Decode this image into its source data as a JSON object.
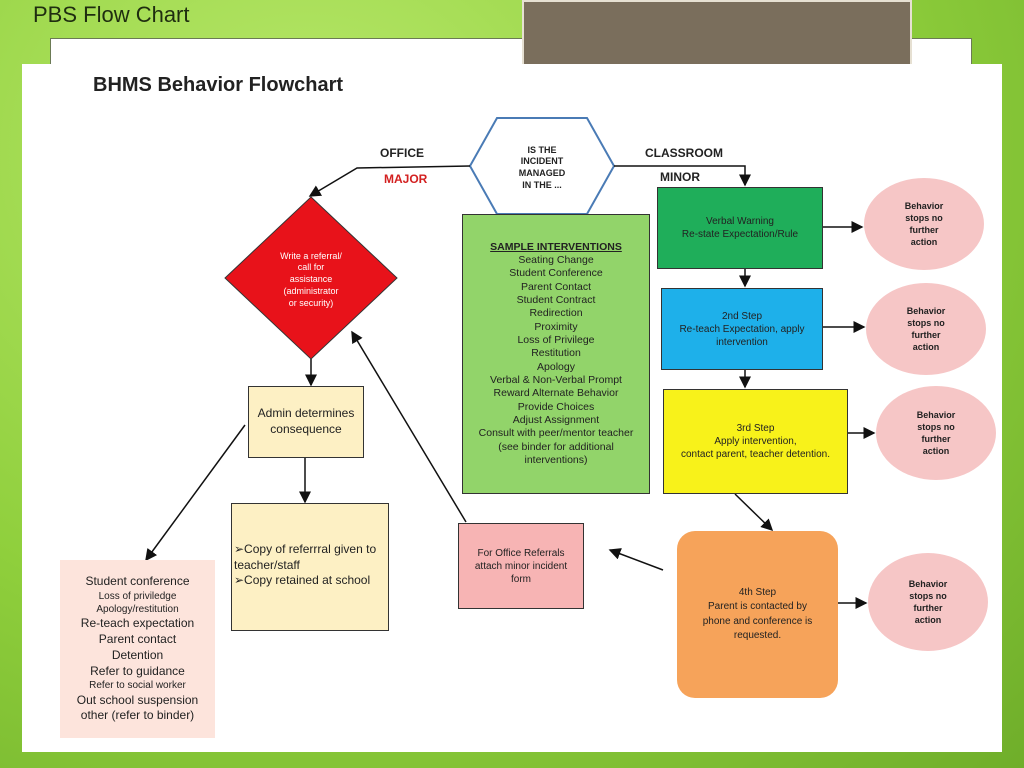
{
  "slide": {
    "title": "PBS Flow Chart"
  },
  "chart": {
    "title": "BHMS Behavior Flowchart"
  },
  "labels": {
    "office": "OFFICE",
    "major": "MAJOR",
    "classroom": "CLASSROOM",
    "minor": "MINOR"
  },
  "hexagon": {
    "lines": [
      "IS THE",
      "INCIDENT",
      "MANAGED",
      "IN THE ..."
    ]
  },
  "diamond": {
    "lines": [
      "Write a referral/",
      "call for",
      "assistance",
      "(administrator",
      "or security)"
    ]
  },
  "admin_box": {
    "lines": [
      "Admin determines",
      "consequence"
    ]
  },
  "copy_box": {
    "lines": [
      "➢Copy of referrral given to teacher/staff",
      "➢Copy retained at school"
    ]
  },
  "consequences": {
    "items": [
      "Student conference",
      "Loss of priviledge",
      "Apology/restitution",
      "Re-teach expectation",
      "Parent contact",
      "Detention",
      "Refer to guidance",
      "Refer to social worker",
      "Out school suspension",
      "other (refer to binder)"
    ]
  },
  "interventions": {
    "heading": "SAMPLE INTERVENTIONS",
    "items": [
      "Seating Change",
      "Student Conference",
      "Parent Contact",
      "Student Contract",
      "Redirection",
      "Proximity",
      "Loss of Privilege",
      "Restitution",
      "Apology",
      "Verbal & Non-Verbal Prompt",
      "Reward Alternate Behavior",
      "Provide Choices",
      "Adjust Assignment",
      "Consult with peer/mentor teacher",
      "(see binder for additional",
      "interventions)"
    ]
  },
  "office_referral_box": {
    "lines": [
      "For Office Referrals",
      "attach minor incident",
      "form"
    ]
  },
  "steps": [
    {
      "lines": [
        "Verbal Warning",
        "Re-state Expectation/Rule"
      ],
      "color": "#1fae5a"
    },
    {
      "lines": [
        "2nd Step",
        "Re-teach Expectation, apply",
        "intervention"
      ],
      "color": "#1eb0ea"
    },
    {
      "lines": [
        "3rd Step",
        "Apply intervention,",
        "contact parent, teacher detention."
      ],
      "color": "#f8f21a"
    },
    {
      "lines": [
        "4th Step",
        "Parent is contacted by",
        "phone and conference is",
        "requested."
      ],
      "color": "#f6a35a"
    }
  ],
  "outcomes": [
    {
      "lines": [
        "Behavior",
        "stops no",
        "further",
        "action"
      ]
    },
    {
      "lines": [
        "Behavior",
        "stops no",
        "further",
        "action"
      ]
    },
    {
      "lines": [
        "Behavior",
        "stops no",
        "further",
        "action"
      ]
    },
    {
      "lines": [
        "Behavior",
        "stops no",
        "further",
        "action"
      ]
    }
  ],
  "colors": {
    "diamond": "#e8121a",
    "admin": "#fdf0c4",
    "copy": "#fdf0c4",
    "consequences": "#fde4dc",
    "interventions": "#92d46a",
    "office_referral": "#f7b4b4",
    "outcome": "#f6c6c6"
  }
}
